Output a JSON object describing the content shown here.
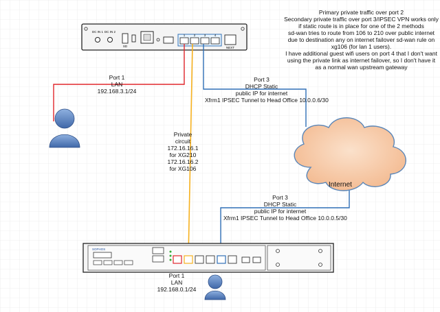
{
  "notes": {
    "lines": [
      "Primary private traffic over port 2",
      "Secondary private traffic over port 3/IPSEC VPN works only if static route is in place for one of the 2 methods",
      "sd-wan tries to route from 106 to 210 over public internet due to destination any on internet failover sd-wan rule on xg106 (for lan 1 users).",
      "I have additional guest wifi users on port 4 that I don't want using the private link as internet failover, so I don't have it as a normal wan upstream gateway"
    ]
  },
  "top_device": {
    "label_dcin1": "DC IN 1",
    "label_dcin2": "DC IN 2",
    "label_sd": "SD",
    "label_port_nums": [
      "1",
      "2",
      "3",
      "4"
    ],
    "label_right": "NEXT"
  },
  "port1_top": {
    "title": "Port 1",
    "role": "LAN",
    "ip": "192.168.3.1/24"
  },
  "port3_top": {
    "title": "Port 3",
    "mode": "DHCP Static",
    "desc": "public IP for internet",
    "tunnel": "Xfrm1 IPSEC Tunnel to Head Office 10.0.0.6/30"
  },
  "private_circuit": {
    "line1": "Private",
    "line2": "circuit",
    "ip1": "172.16.16.1",
    "for1": "for XG210",
    "ip2": "172.16.16.2",
    "for2": "for XG106"
  },
  "internet": {
    "label": "Internet"
  },
  "port3_bottom": {
    "title": "Port 3",
    "mode": "DHCP Static",
    "desc": "public IP for internet",
    "tunnel": "Xfrm1 IPSEC Tunnel to Head Office 10.0.0.5/30"
  },
  "port1_bottom": {
    "title": "Port 1",
    "role": "LAN",
    "ip": "192.168.0.1/24"
  },
  "bottom_device": {
    "brand": "SOPHOS"
  },
  "colors": {
    "red": "#e0262b",
    "orange": "#f6b01d",
    "blue": "#2f6fb6",
    "grid": "#e3e3e3",
    "cloud": "#f7cba5",
    "cloud_edge": "#5a86b8",
    "person": "#5b7fb5"
  }
}
